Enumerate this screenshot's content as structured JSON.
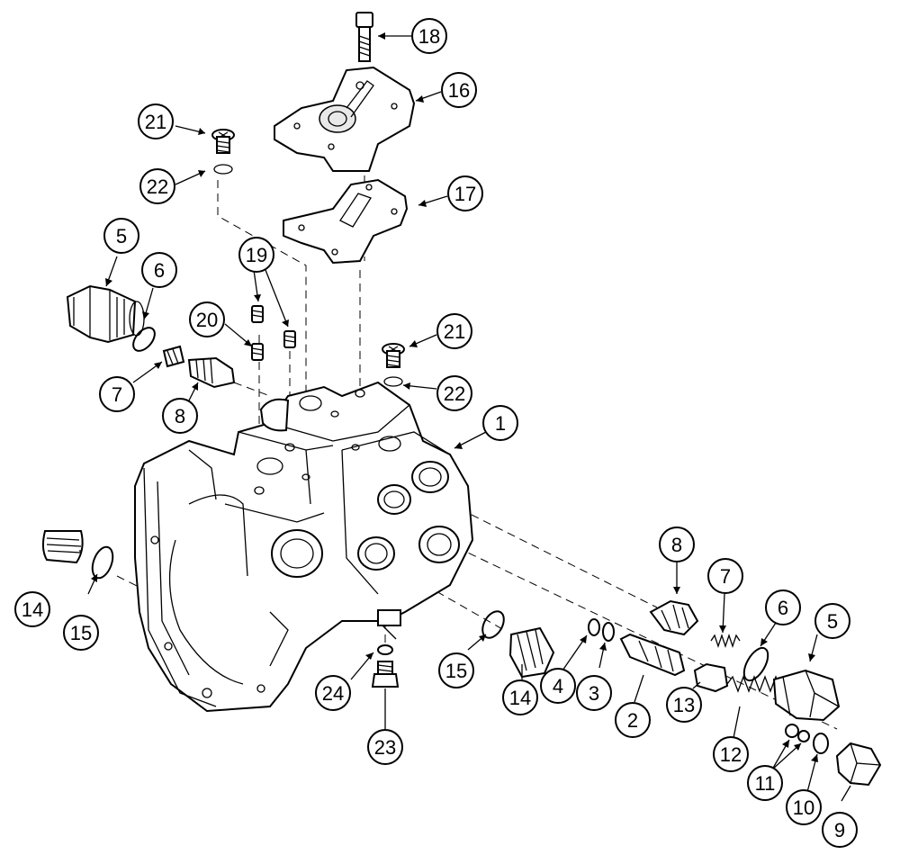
{
  "callouts": [
    {
      "label": "18"
    },
    {
      "label": "16"
    },
    {
      "label": "21"
    },
    {
      "label": "22"
    },
    {
      "label": "17"
    },
    {
      "label": "5"
    },
    {
      "label": "6"
    },
    {
      "label": "19"
    },
    {
      "label": "20"
    },
    {
      "label": "21"
    },
    {
      "label": "7"
    },
    {
      "label": "8"
    },
    {
      "label": "22"
    },
    {
      "label": "1"
    },
    {
      "label": "8"
    },
    {
      "label": "7"
    },
    {
      "label": "6"
    },
    {
      "label": "5"
    },
    {
      "label": "14"
    },
    {
      "label": "15"
    },
    {
      "label": "15"
    },
    {
      "label": "14"
    },
    {
      "label": "4"
    },
    {
      "label": "3"
    },
    {
      "label": "2"
    },
    {
      "label": "13"
    },
    {
      "label": "12"
    },
    {
      "label": "11"
    },
    {
      "label": "10"
    },
    {
      "label": "9"
    },
    {
      "label": "24"
    },
    {
      "label": "23"
    }
  ]
}
